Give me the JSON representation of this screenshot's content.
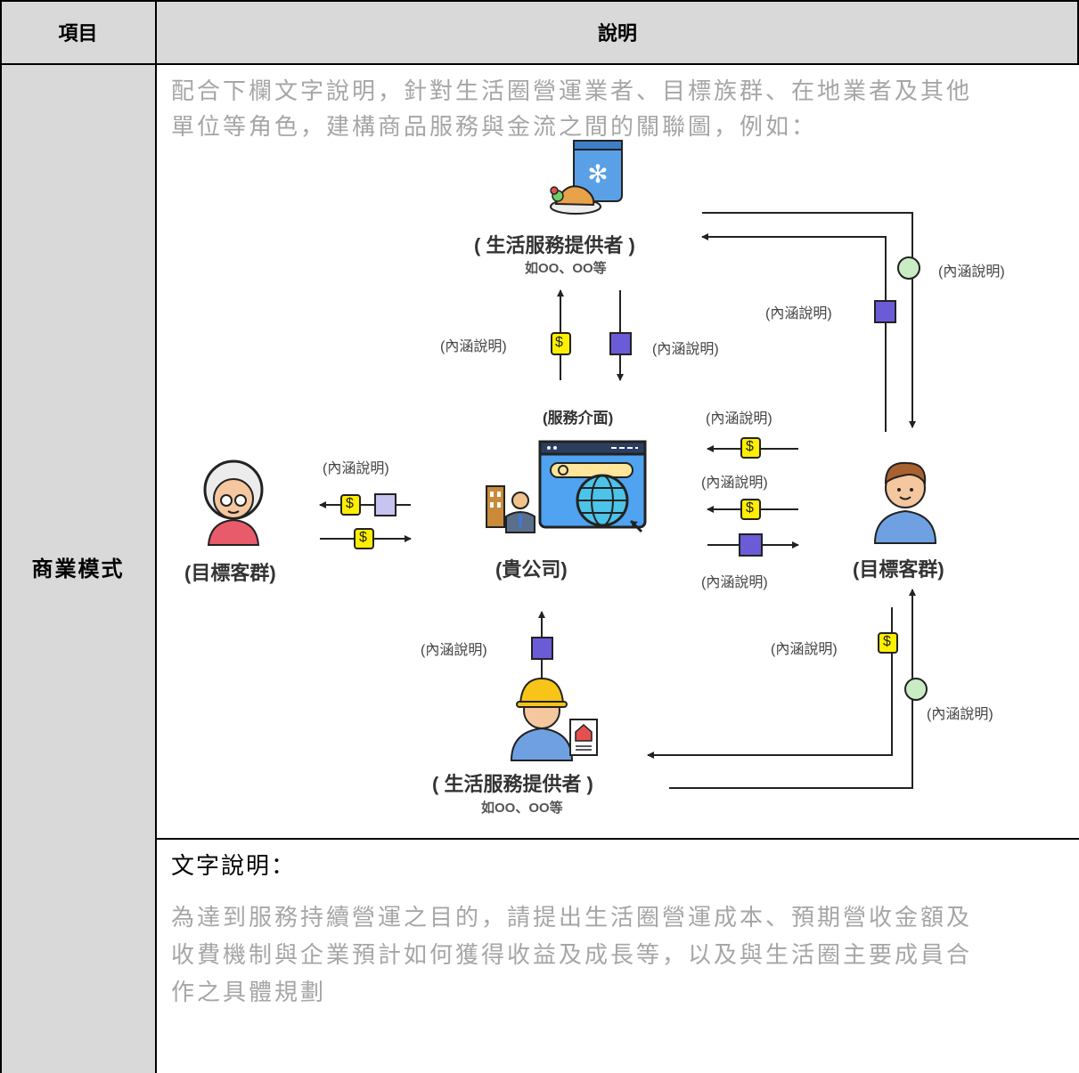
{
  "table": {
    "header_item": "項目",
    "header_desc": "說明",
    "row_label": "商業模式"
  },
  "intro": {
    "line1": "配合下欄文字說明，針對生活圈營運業者、目標族群、在地業者及其他",
    "line2": "單位等角色，建構商品服務與金流之間的關聯圖，例如："
  },
  "diagram": {
    "top_provider": "( 生活服務提供者 )",
    "top_provider_sub": "如OO、OO等",
    "bottom_provider": "( 生活服務提供者 )",
    "bottom_provider_sub": "如OO、OO等",
    "interface": "(服務介面)",
    "company": "(貴公司)",
    "left_customer": "(目標客群)",
    "right_customer": "(目標客群)",
    "note": "(內涵說明)",
    "dollar": "$"
  },
  "text_section": {
    "heading": "文字說明：",
    "line1": "為達到服務持續營運之目的，請提出生活圈營運成本、預期營收金額及",
    "line2": "收費機制與企業預計如何獲得收益及成長等，以及與生活圈主要成員合",
    "line3": "作之具體規劃"
  },
  "colors": {
    "header_bg": "#d9d9d9",
    "gray_text": "#a6a6a6",
    "money_yellow": "#ffee00",
    "service_purple": "#6b5bd6",
    "light_purple": "#c8c4f0",
    "circle_green": "#c9ecc4"
  }
}
